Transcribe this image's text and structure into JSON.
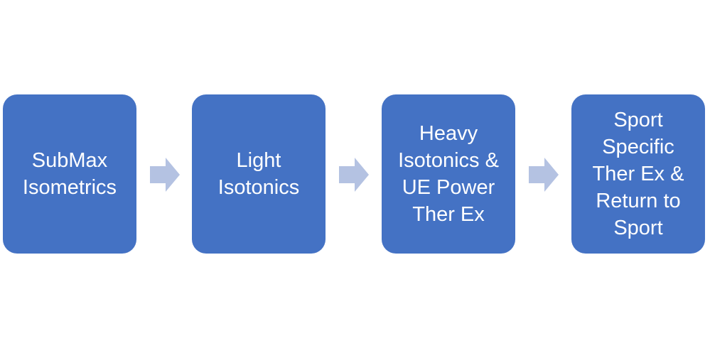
{
  "diagram": {
    "type": "process-flow",
    "colors": {
      "box": "#4472c4",
      "arrow": "#b4c2e2",
      "text": "#ffffff"
    },
    "steps": [
      {
        "label": "SubMax\nIsometrics"
      },
      {
        "label": "Light\nIsotonics"
      },
      {
        "label": "Heavy\nIsotonics &\nUE Power\nTher Ex"
      },
      {
        "label": "Sport\nSpecific\nTher Ex &\nReturn to\nSport"
      }
    ],
    "connectors": [
      {
        "from": 0,
        "to": 1,
        "icon": "right-arrow-icon"
      },
      {
        "from": 1,
        "to": 2,
        "icon": "right-arrow-icon"
      },
      {
        "from": 2,
        "to": 3,
        "icon": "right-arrow-icon"
      }
    ]
  }
}
